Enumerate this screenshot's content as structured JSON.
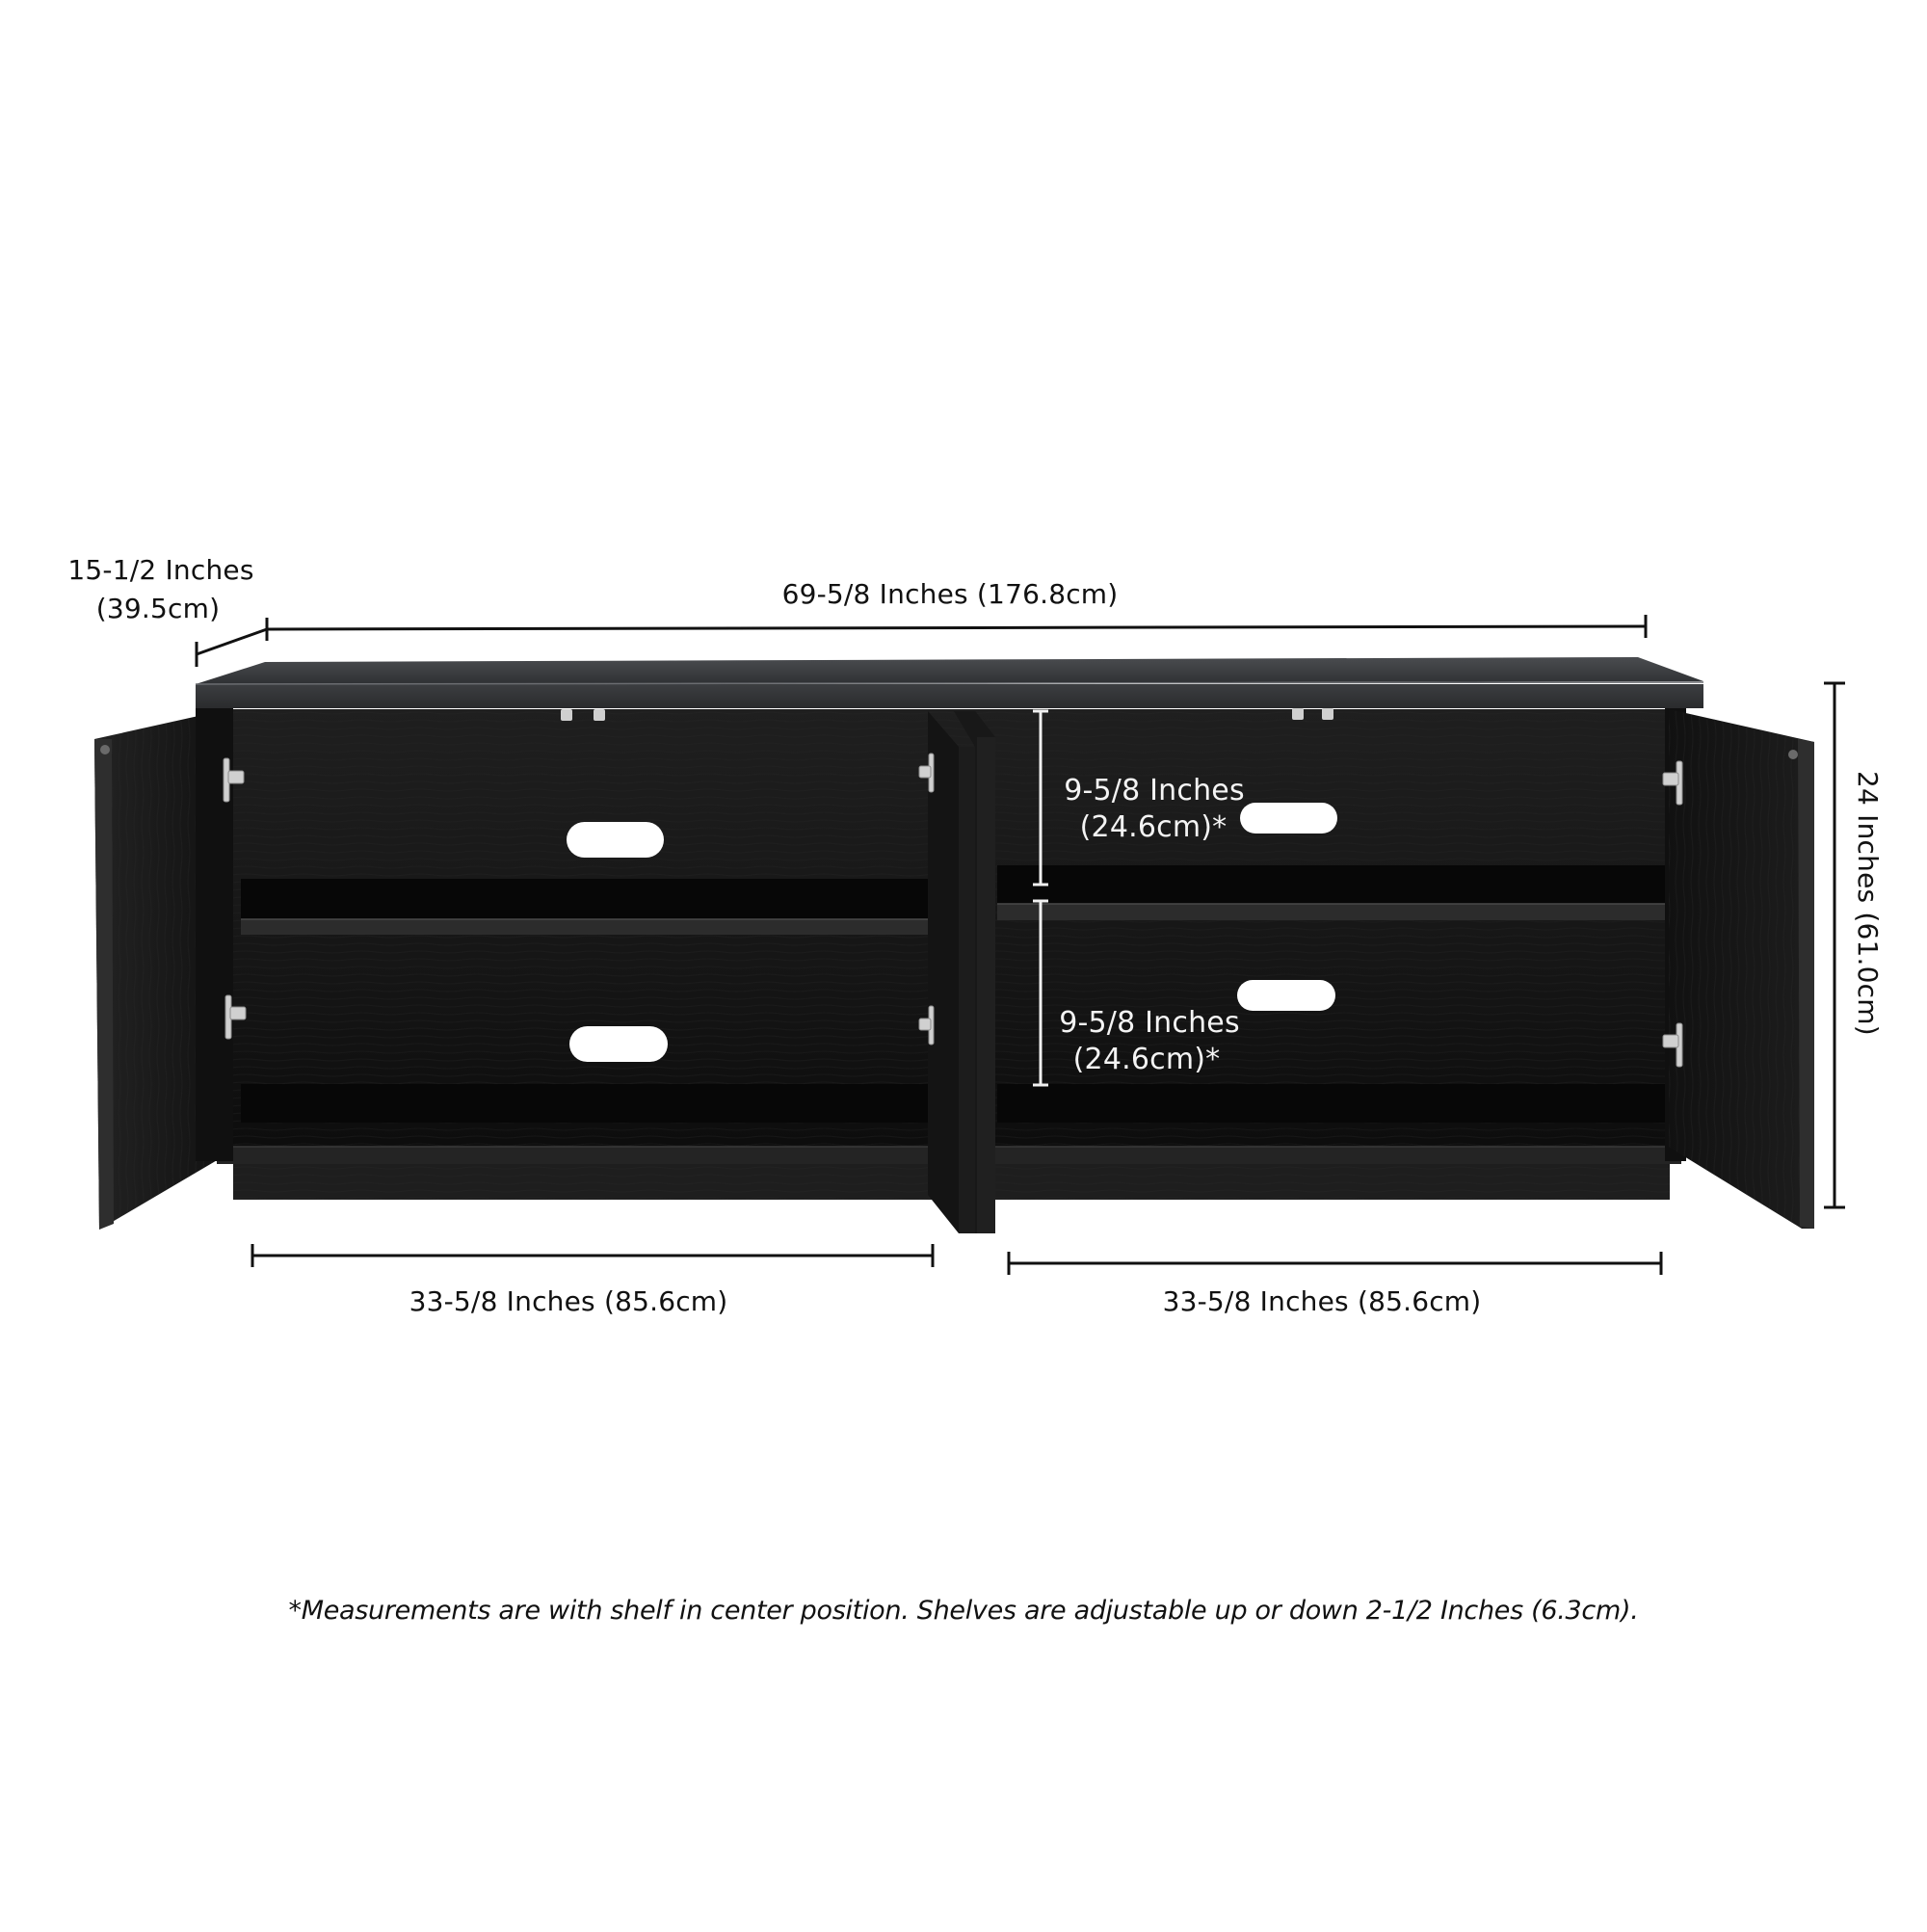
{
  "product": {
    "type": "media console / TV stand",
    "finish_color": "#141414",
    "doors": 4,
    "shelves": 2
  },
  "dimensions": {
    "depth": {
      "line1": "15-1/2 Inches",
      "line2": "(39.5cm)"
    },
    "width_total": {
      "label": "69-5/8 Inches (176.8cm)"
    },
    "height_total": {
      "label": "24 Inches (61.0cm)"
    },
    "upper_shelf_clearance": {
      "line1": "9-5/8 Inches",
      "line2": "(24.6cm)*"
    },
    "lower_shelf_clearance": {
      "line1": "9-5/8 Inches",
      "line2": "(24.6cm)*"
    },
    "left_compartment_width": {
      "label": "33-5/8 Inches (85.6cm)"
    },
    "right_compartment_width": {
      "label": "33-5/8 Inches (85.6cm)"
    }
  },
  "footnote": "*Measurements are with shelf in center position. Shelves are adjustable up or down 2-1/2 Inches (6.3cm).",
  "colors": {
    "dimension_line_dark": "#111111",
    "dimension_line_light": "#f0f0f0",
    "cabinet_dark": "#0e0e0e",
    "cabinet_mid": "#1c1c1c",
    "cabinet_edge": "#3a3a3a",
    "hardware": "#c9c9c9"
  }
}
